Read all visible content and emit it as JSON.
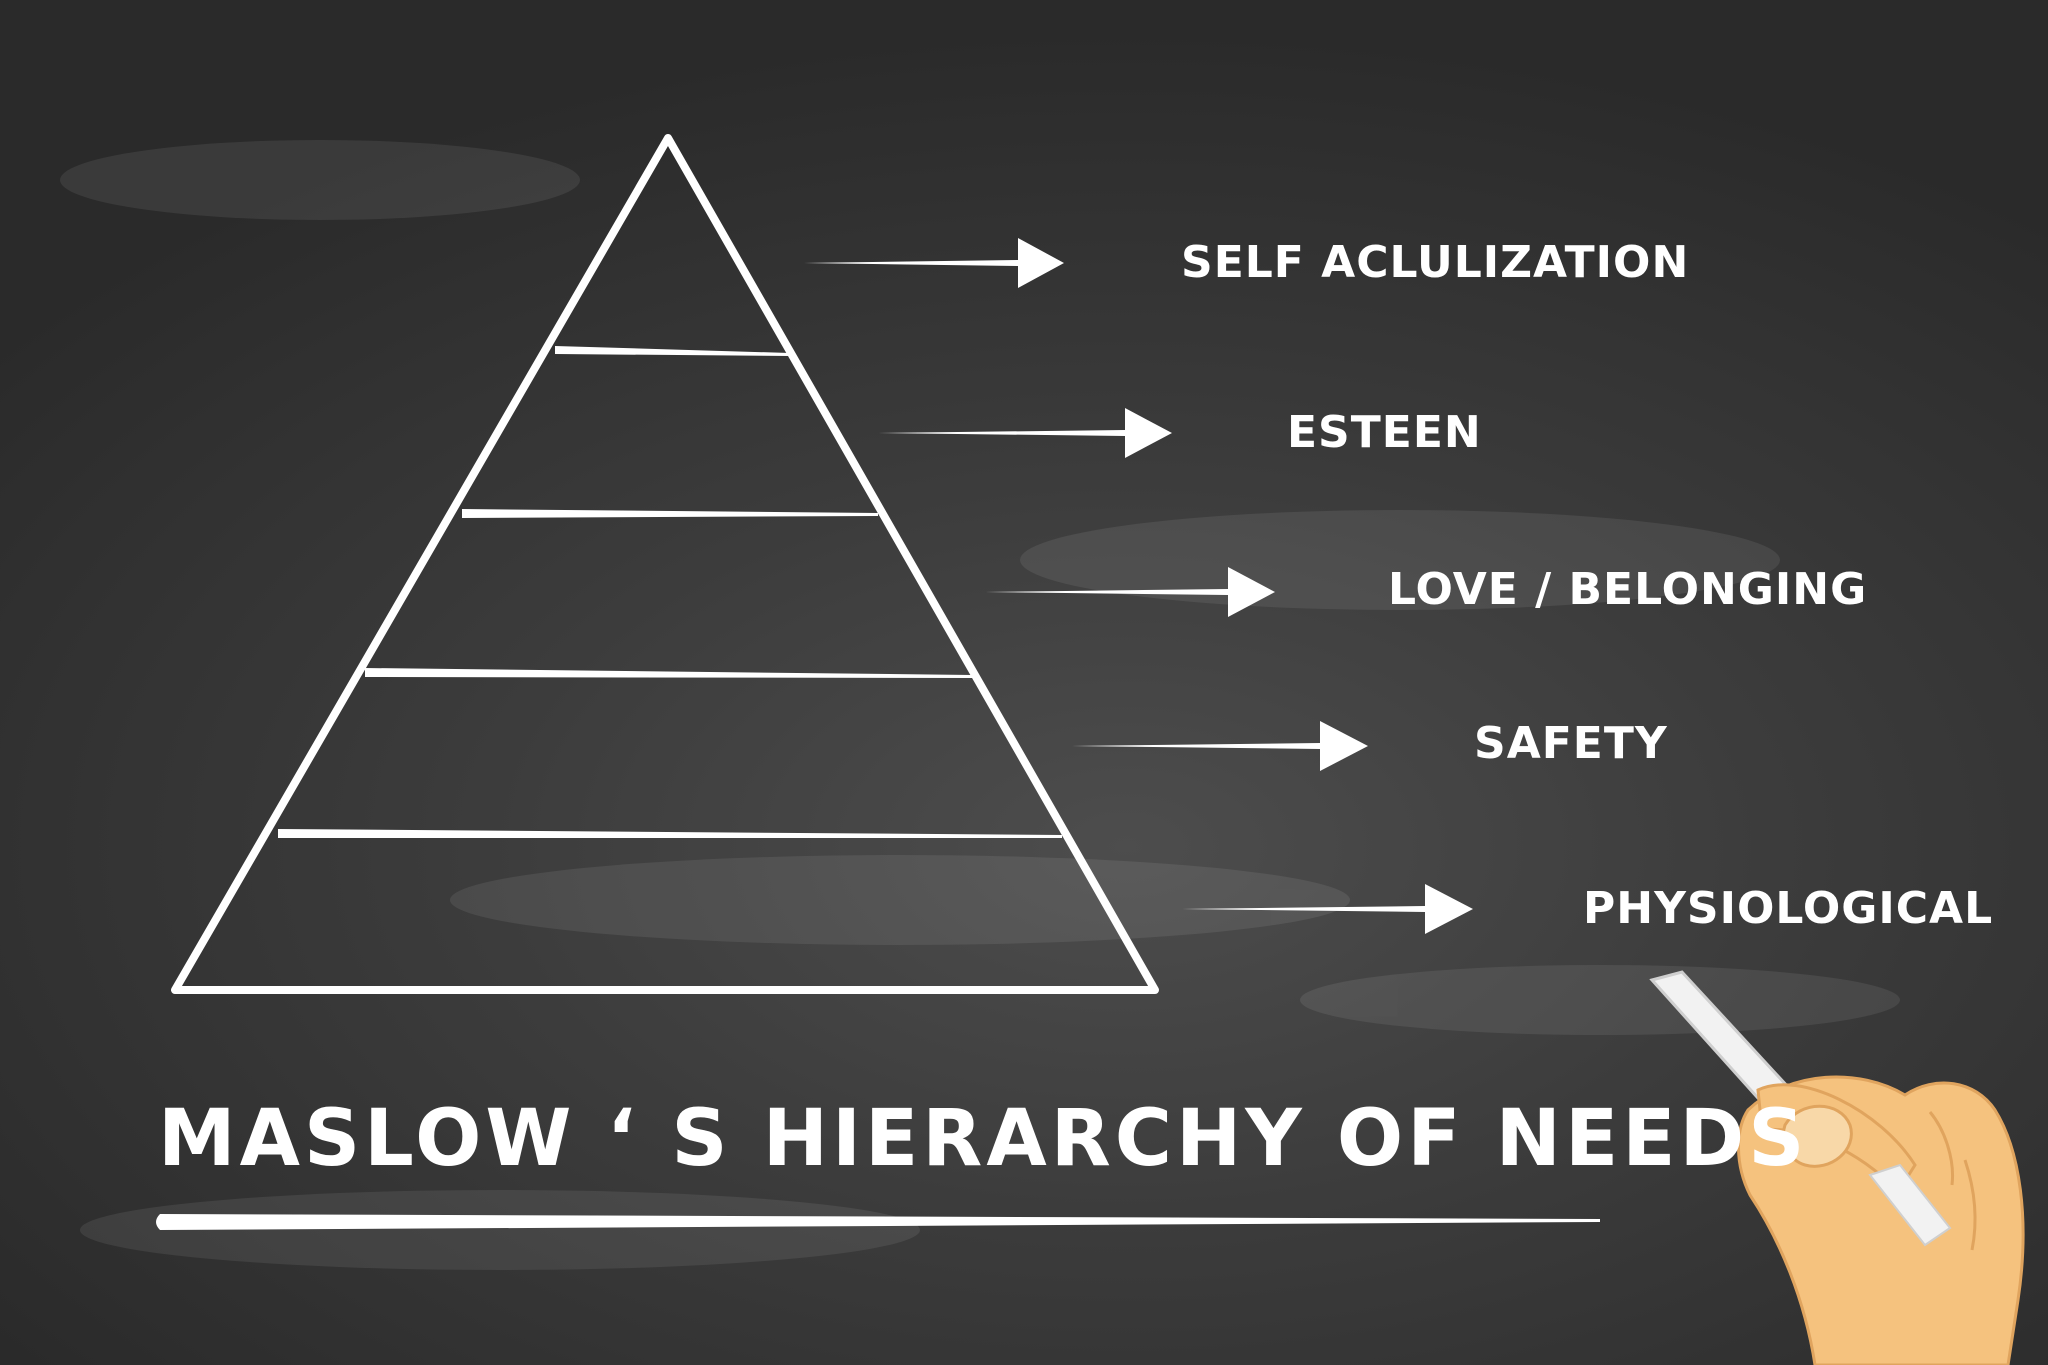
{
  "title": "MASLOW ‘ S HIERARCHY OF NEEDS",
  "levels": [
    {
      "label": "SELF ACLULIZATION"
    },
    {
      "label": "ESTEEN"
    },
    {
      "label": "LOVE / BELONGING"
    },
    {
      "label": "SAFETY"
    },
    {
      "label": "PHYSIOLOGICAL"
    }
  ],
  "colors": {
    "board": "#333333",
    "chalk": "#ffffff",
    "skin": "#f5c27e",
    "skin_shadow": "#e0a45e",
    "chalk_stick": "#f2f2f2"
  },
  "icons": {
    "pyramid": "triangle-icon",
    "arrow": "arrow-right-icon",
    "hand": "hand-holding-chalk-icon"
  }
}
